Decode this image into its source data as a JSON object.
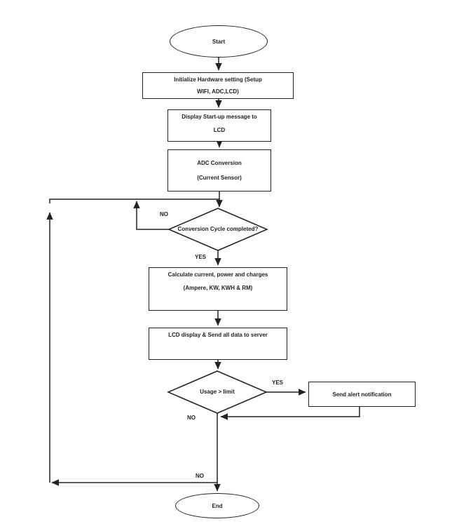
{
  "diagram": {
    "type": "flowchart",
    "colors": {
      "stroke": "#222222",
      "text": "#1f1f1f",
      "background": "#ffffff"
    },
    "nodes": {
      "start": {
        "label": "Start"
      },
      "init_hardware": {
        "line1": "Initialize Hardware setting (Setup",
        "line2": "WIFI, ADC,LCD)"
      },
      "display_startup": {
        "line1": "Display Start-up message to",
        "line2": "LCD"
      },
      "adc_conversion": {
        "line1": "ADC Conversion",
        "line2": "(Current Sensor)"
      },
      "conversion_decision": {
        "label": "Conversion Cycle completed?"
      },
      "calculate": {
        "line1": "Calculate current, power and charges",
        "line2": "(Ampere, KW, KWH & RM)"
      },
      "lcd_send": {
        "label": "LCD display & Send all data to server"
      },
      "usage_decision": {
        "label": "Usage > limit"
      },
      "send_alert": {
        "label": "Send alert notification"
      },
      "end": {
        "label": "End"
      }
    },
    "edge_labels": {
      "conversion_no": "NO",
      "conversion_yes": "YES",
      "usage_yes": "YES",
      "usage_no": "NO",
      "loop_no": "NO"
    }
  }
}
